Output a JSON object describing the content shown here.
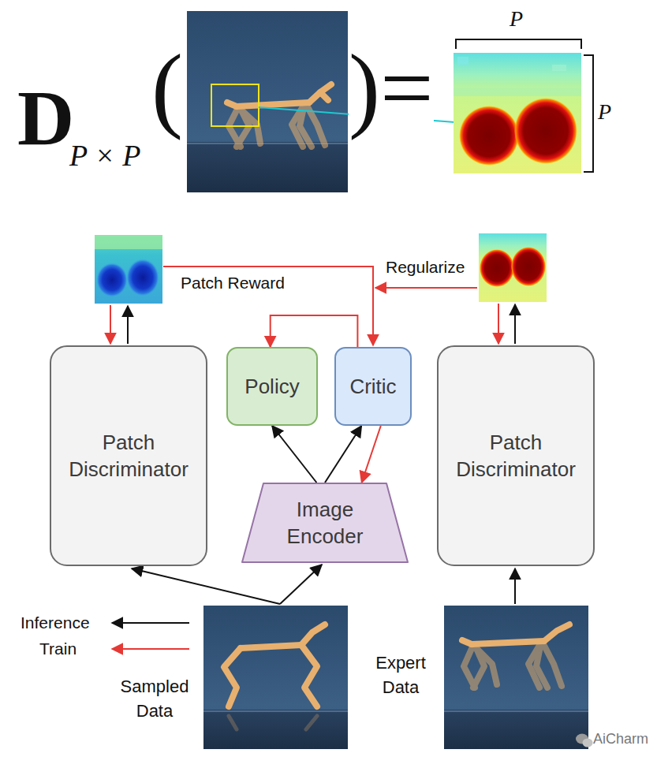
{
  "diagram": {
    "nodes": [
      {
        "text": [
          "Patch Discriminator"
        ]
      },
      {
        "text": [
          "Policy"
        ]
      },
      {
        "text": [
          "Critic"
        ]
      },
      {
        "text": [
          "Image Encoder"
        ]
      },
      {
        "text": [
          "Patch Discriminator"
        ]
      }
    ],
    "edges": [
      {
        "from": 3,
        "to": 1,
        "arrow": "to"
      },
      {
        "from": 3,
        "to": 2,
        "arrow": "to"
      },
      {
        "from": 2,
        "to": 3,
        "arrow": "to"
      },
      {
        "from": 2,
        "to": 1,
        "arrow": "to"
      }
    ],
    "labels": [
      "D",
      "P × P",
      "(",
      ")=",
      "P",
      "P",
      "Patch Reward",
      "Regularize",
      "Sampled Data",
      "Expert Data",
      "AiCharm"
    ],
    "legend": [
      {
        "text": "Inference"
      },
      {
        "text": "Train"
      }
    ]
  }
}
